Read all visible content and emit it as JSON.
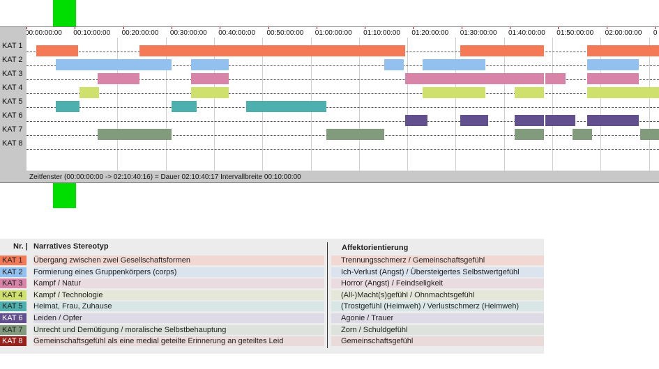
{
  "timeline": {
    "time_ticks": [
      "00:00:00:00",
      "00:10:00:00",
      "00:20:00:00",
      "00:30:00:00",
      "00:40:00:00",
      "00:50:00:00",
      "01:00:00:00",
      "01:10:00:00",
      "01:20:00:00",
      "01:30:00:00",
      "01:40:00:00",
      "01:50:00:00",
      "02:00:00:00",
      "0"
    ],
    "rows": [
      {
        "label": "KAT 1",
        "color": "#f47a57"
      },
      {
        "label": "KAT 2",
        "color": "#93c1ef"
      },
      {
        "label": "KAT 3",
        "color": "#d884a8"
      },
      {
        "label": "KAT 4",
        "color": "#d0e06c"
      },
      {
        "label": "KAT 5",
        "color": "#4eafaf"
      },
      {
        "label": "KAT 6",
        "color": "#62508e"
      },
      {
        "label": "KAT 7",
        "color": "#829b7c"
      },
      {
        "label": "KAT 8",
        "color": "#9b1f1a"
      }
    ],
    "segments": [
      [
        [
          1.0,
          9.7
        ],
        [
          22.3,
          77.3
        ],
        [
          88.7,
          106.0
        ],
        [
          115.0,
          130.7
        ]
      ],
      [
        [
          5.0,
          29.0
        ],
        [
          33.0,
          40.8
        ],
        [
          73.0,
          77.0
        ],
        [
          81.0,
          94.0
        ],
        [
          115.0,
          125.7
        ]
      ],
      [
        [
          13.7,
          22.3
        ],
        [
          33.0,
          40.8
        ],
        [
          77.3,
          106.0
        ],
        [
          106.3,
          110.6
        ],
        [
          115.0,
          125.7
        ]
      ],
      [
        [
          10.0,
          14.0
        ],
        [
          33.0,
          40.8
        ],
        [
          81.0,
          94.0
        ],
        [
          100.0,
          106.0
        ],
        [
          115.0,
          130.7
        ]
      ],
      [
        [
          5.0,
          10.0
        ],
        [
          29.0,
          34.2
        ],
        [
          44.5,
          61.0
        ]
      ],
      [
        [
          77.3,
          82.0
        ],
        [
          88.7,
          94.5
        ],
        [
          100.0,
          106.0
        ],
        [
          106.3,
          112.5
        ],
        [
          115.0,
          125.7
        ]
      ],
      [
        [
          13.7,
          29.0
        ],
        [
          61.0,
          73.0
        ],
        [
          100.0,
          106.0
        ],
        [
          112.0,
          116.0
        ],
        [
          126.0,
          130.7
        ]
      ],
      []
    ],
    "status_text": "Zeitfenster (00:00:00:00 -> 02:10:40:16) = Dauer 02:10:40:17     Intervallbreite 00:10:00:00"
  },
  "legend": {
    "col_nr": "Nr. |",
    "col_stereotype": "Narratives Stereotyp",
    "col_affect": "Affektorientierung",
    "rows": [
      {
        "nr": "KAT 1",
        "stereotype": "Übergang zwischen zwei Gesellschaftsformen",
        "affect": "Trennungsschmerz / Gemeinschaftsgefühl",
        "chip_color": "#f47a57",
        "row_color": "#f1d8d2"
      },
      {
        "nr": "KAT 2",
        "stereotype": "Formierung eines Gruppenkörpers (corps)",
        "affect": "Ich-Verlust (Angst) / Übersteigertes Selbstwertgefühl",
        "chip_color": "#93c1ef",
        "row_color": "#dbe3ee"
      },
      {
        "nr": "KAT 3",
        "stereotype": "Kampf / Natur",
        "affect": "Horror (Angst) / Feindseligkeit",
        "chip_color": "#d884a8",
        "row_color": "#eadbe1"
      },
      {
        "nr": "KAT 4",
        "stereotype": "Kampf / Technologie",
        "affect": "(All-)Macht(s)gefühl / Ohnmachtsgefühl",
        "chip_color": "#d0e06c",
        "row_color": "#e5e8d8"
      },
      {
        "nr": "KAT 5",
        "stereotype": "Heimat, Frau, Zuhause",
        "affect": "(Trostgefühl (Heimweh) / Verlustschmerz (Heimweh)",
        "chip_color": "#4eafaf",
        "row_color": "#d8e6e6"
      },
      {
        "nr": "KAT 6",
        "stereotype": "Leiden / Opfer",
        "affect": "Agonie / Trauer",
        "chip_color": "#62508e",
        "row_color": "#dedbe6"
      },
      {
        "nr": "KAT 7",
        "stereotype": "Unrecht und Demütigung / moralische Selbstbehauptung",
        "affect": "Zorn / Schuldgefühl",
        "chip_color": "#829b7c",
        "row_color": "#dde3dc"
      },
      {
        "nr": "KAT 8",
        "stereotype": "Gemeinschaftsgefühl als eine medial geteilte Erinnerung an geteiltes Leid",
        "affect": "Gemeinschaftsgefühl",
        "chip_color": "#9b1f1a",
        "row_color": "#eadad9"
      }
    ]
  }
}
